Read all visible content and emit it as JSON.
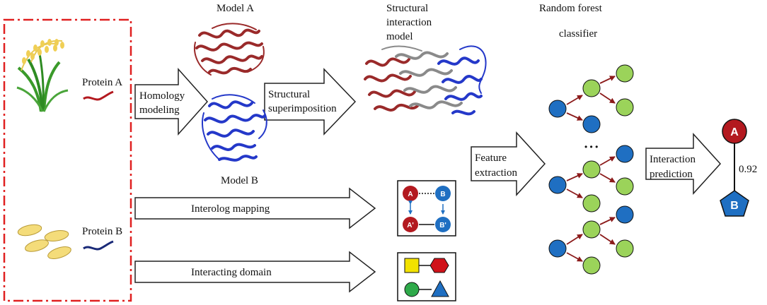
{
  "inputs": {
    "protein_a": "Protein A",
    "protein_b": "Protein B"
  },
  "models": {
    "model_a": "Model A",
    "model_b": "Model B"
  },
  "steps": {
    "homology_1": "Homology",
    "homology_2": "modeling",
    "superimp_1": "Structural",
    "superimp_2": "superimposition",
    "interolog": "Interolog mapping",
    "domain": "Interacting domain",
    "feature_1": "Feature",
    "feature_2": "extraction",
    "prediction_1": "Interaction",
    "prediction_2": "prediction"
  },
  "headers": {
    "structural_1": "Structural",
    "structural_2": "interaction",
    "structural_3": "model",
    "rf_1": "Random forest",
    "rf_2": "classifier"
  },
  "interolog_box": {
    "a": "A",
    "b": "B",
    "a_prime": "A'",
    "b_prime": "B'"
  },
  "result": {
    "node_a": "A",
    "node_b": "B",
    "score": "0.92"
  },
  "ellipsis": "• • •",
  "colors": {
    "dark_red": "#b3191f",
    "blue": "#1f6fc2",
    "green": "#9bd35a",
    "yellow": "#f2e200",
    "protein_red": "#9a2a2a",
    "protein_blue": "#2438c9",
    "arrow_red": "#8b1a1a",
    "border_red": "#e02020"
  }
}
